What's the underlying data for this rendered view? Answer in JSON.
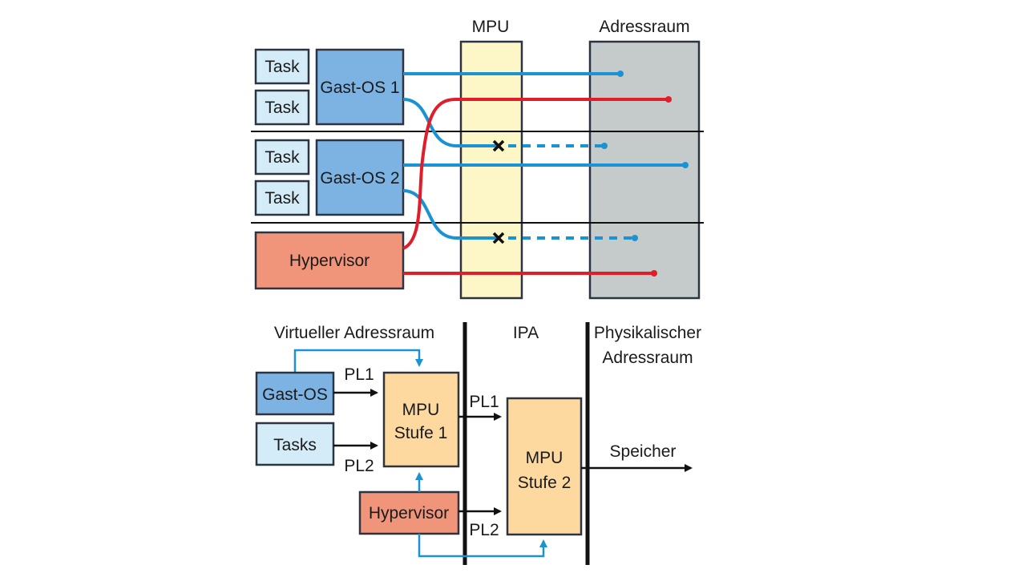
{
  "top": {
    "mpu_title": "MPU",
    "adressraum_title": "Adressraum",
    "task_labels": [
      "Task",
      "Task",
      "Task",
      "Task"
    ],
    "gast_os_1": "Gast-OS 1",
    "gast_os_2": "Gast-OS 2",
    "hypervisor": "Hypervisor"
  },
  "bottom": {
    "virtueller_adressraum": "Virtueller Adressraum",
    "ipa": "IPA",
    "physikalischer_line1": "Physikalischer",
    "physikalischer_line2": "Adressraum",
    "gast_os": "Gast-OS",
    "tasks": "Tasks",
    "hypervisor": "Hypervisor",
    "mpu_stufe1_line1": "MPU",
    "mpu_stufe1_line2": "Stufe 1",
    "mpu_stufe2_line1": "MPU",
    "mpu_stufe2_line2": "Stufe 2",
    "pl1_left": "PL1",
    "pl2_left": "PL2",
    "pl1_mid": "PL1",
    "pl2_mid": "PL2",
    "speicher": "Speicher"
  },
  "colors": {
    "task_fill": "#d4ecf7",
    "gast_os_fill": "#7cb3e3",
    "hypervisor_fill": "#f0957a",
    "mpu_fill": "#fdf7c8",
    "adressraum_fill": "#c5cbca",
    "mpu_stufe_fill": "#fdd9a0",
    "blue_line": "#1b92d2",
    "red_line": "#e11d2a"
  }
}
